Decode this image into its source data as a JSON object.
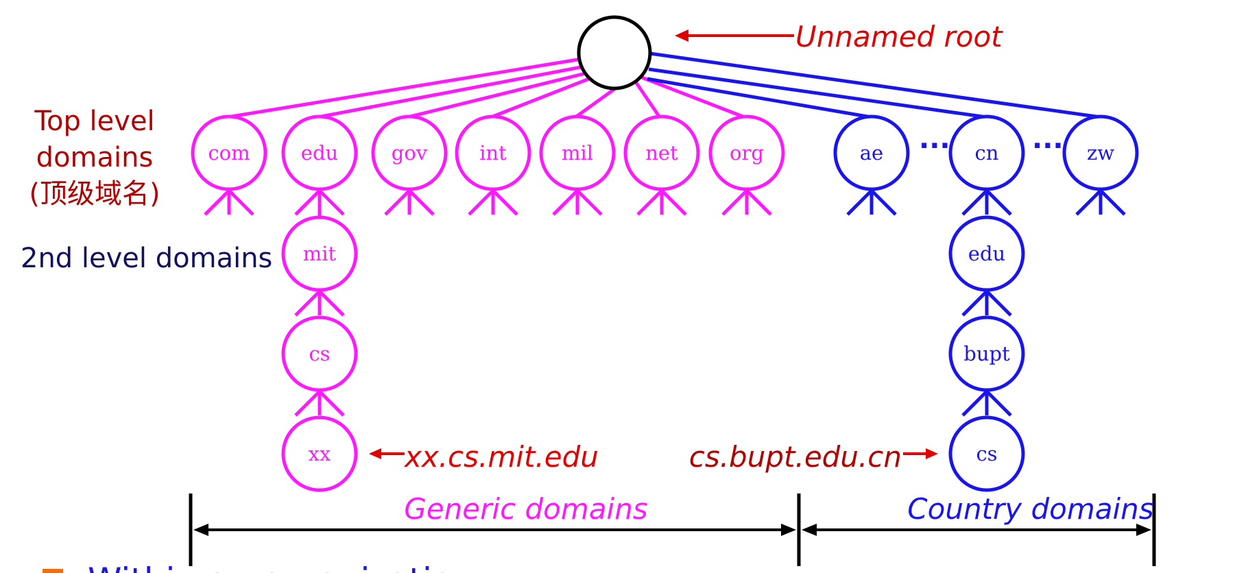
{
  "colors": {
    "generic": "#ff19ff",
    "country": "#1a14ee",
    "annotation": "#e00000",
    "side_label": "#b00000",
    "second_level": "#101060",
    "axis": "#000000"
  },
  "root_label": "Unnamed root",
  "side_labels": {
    "top_level_line1": "Top level",
    "top_level_line2": "domains",
    "top_level_line3": "(顶级域名)",
    "second_level": "2nd level domains"
  },
  "generic_tlds": [
    "com",
    "edu",
    "gov",
    "int",
    "mil",
    "net",
    "org"
  ],
  "country_tlds": [
    "ae",
    "cn",
    "zw"
  ],
  "ellipsis": "···",
  "mit_branch": [
    "mit",
    "cs",
    "xx"
  ],
  "bupt_branch": [
    "edu",
    "bupt",
    "cs"
  ],
  "examples": {
    "left": "xx.cs.mit.edu",
    "right": "cs.bupt.edu.cn"
  },
  "ranges": {
    "generic": "Generic domains",
    "country": "Country domains"
  },
  "footer_text": "Within an organization"
}
